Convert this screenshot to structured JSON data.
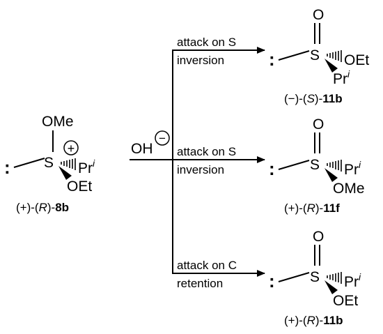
{
  "reagent": {
    "text": "OH",
    "charge": "−"
  },
  "start": {
    "lone_pair": ":",
    "S": "S",
    "charge": "+",
    "OMe": "OMe",
    "Pr": "Pr",
    "Pr_sup": "i",
    "OEt": "OEt",
    "label_prefix": "(+)-(",
    "label_config": "R",
    "label_mid": ")-",
    "label_num": "8b"
  },
  "branches": [
    {
      "line1": "attack on S",
      "line2": "inversion",
      "product": {
        "lone_pair": ":",
        "S": "S",
        "O": "O",
        "hashed": "OEt",
        "wedge": "Pr",
        "wedge_sup": "i",
        "label_prefix": "(−)-(",
        "label_config": "S",
        "label_mid": ")-",
        "label_num": "11b"
      }
    },
    {
      "line1": "attack on S",
      "line2": "inversion",
      "product": {
        "lone_pair": ":",
        "S": "S",
        "O": "O",
        "hashed": "Pr",
        "hashed_sup": "i",
        "wedge": "OMe",
        "label_prefix": "(+)-(",
        "label_config": "R",
        "label_mid": ")-",
        "label_num": "11f"
      }
    },
    {
      "line1": "attack on C",
      "line2": "retention",
      "product": {
        "lone_pair": ":",
        "S": "S",
        "O": "O",
        "hashed": "Pr",
        "hashed_sup": "i",
        "wedge": "OEt",
        "label_prefix": "(+)-(",
        "label_config": "R",
        "label_mid": ")-",
        "label_num": "11b"
      }
    }
  ]
}
